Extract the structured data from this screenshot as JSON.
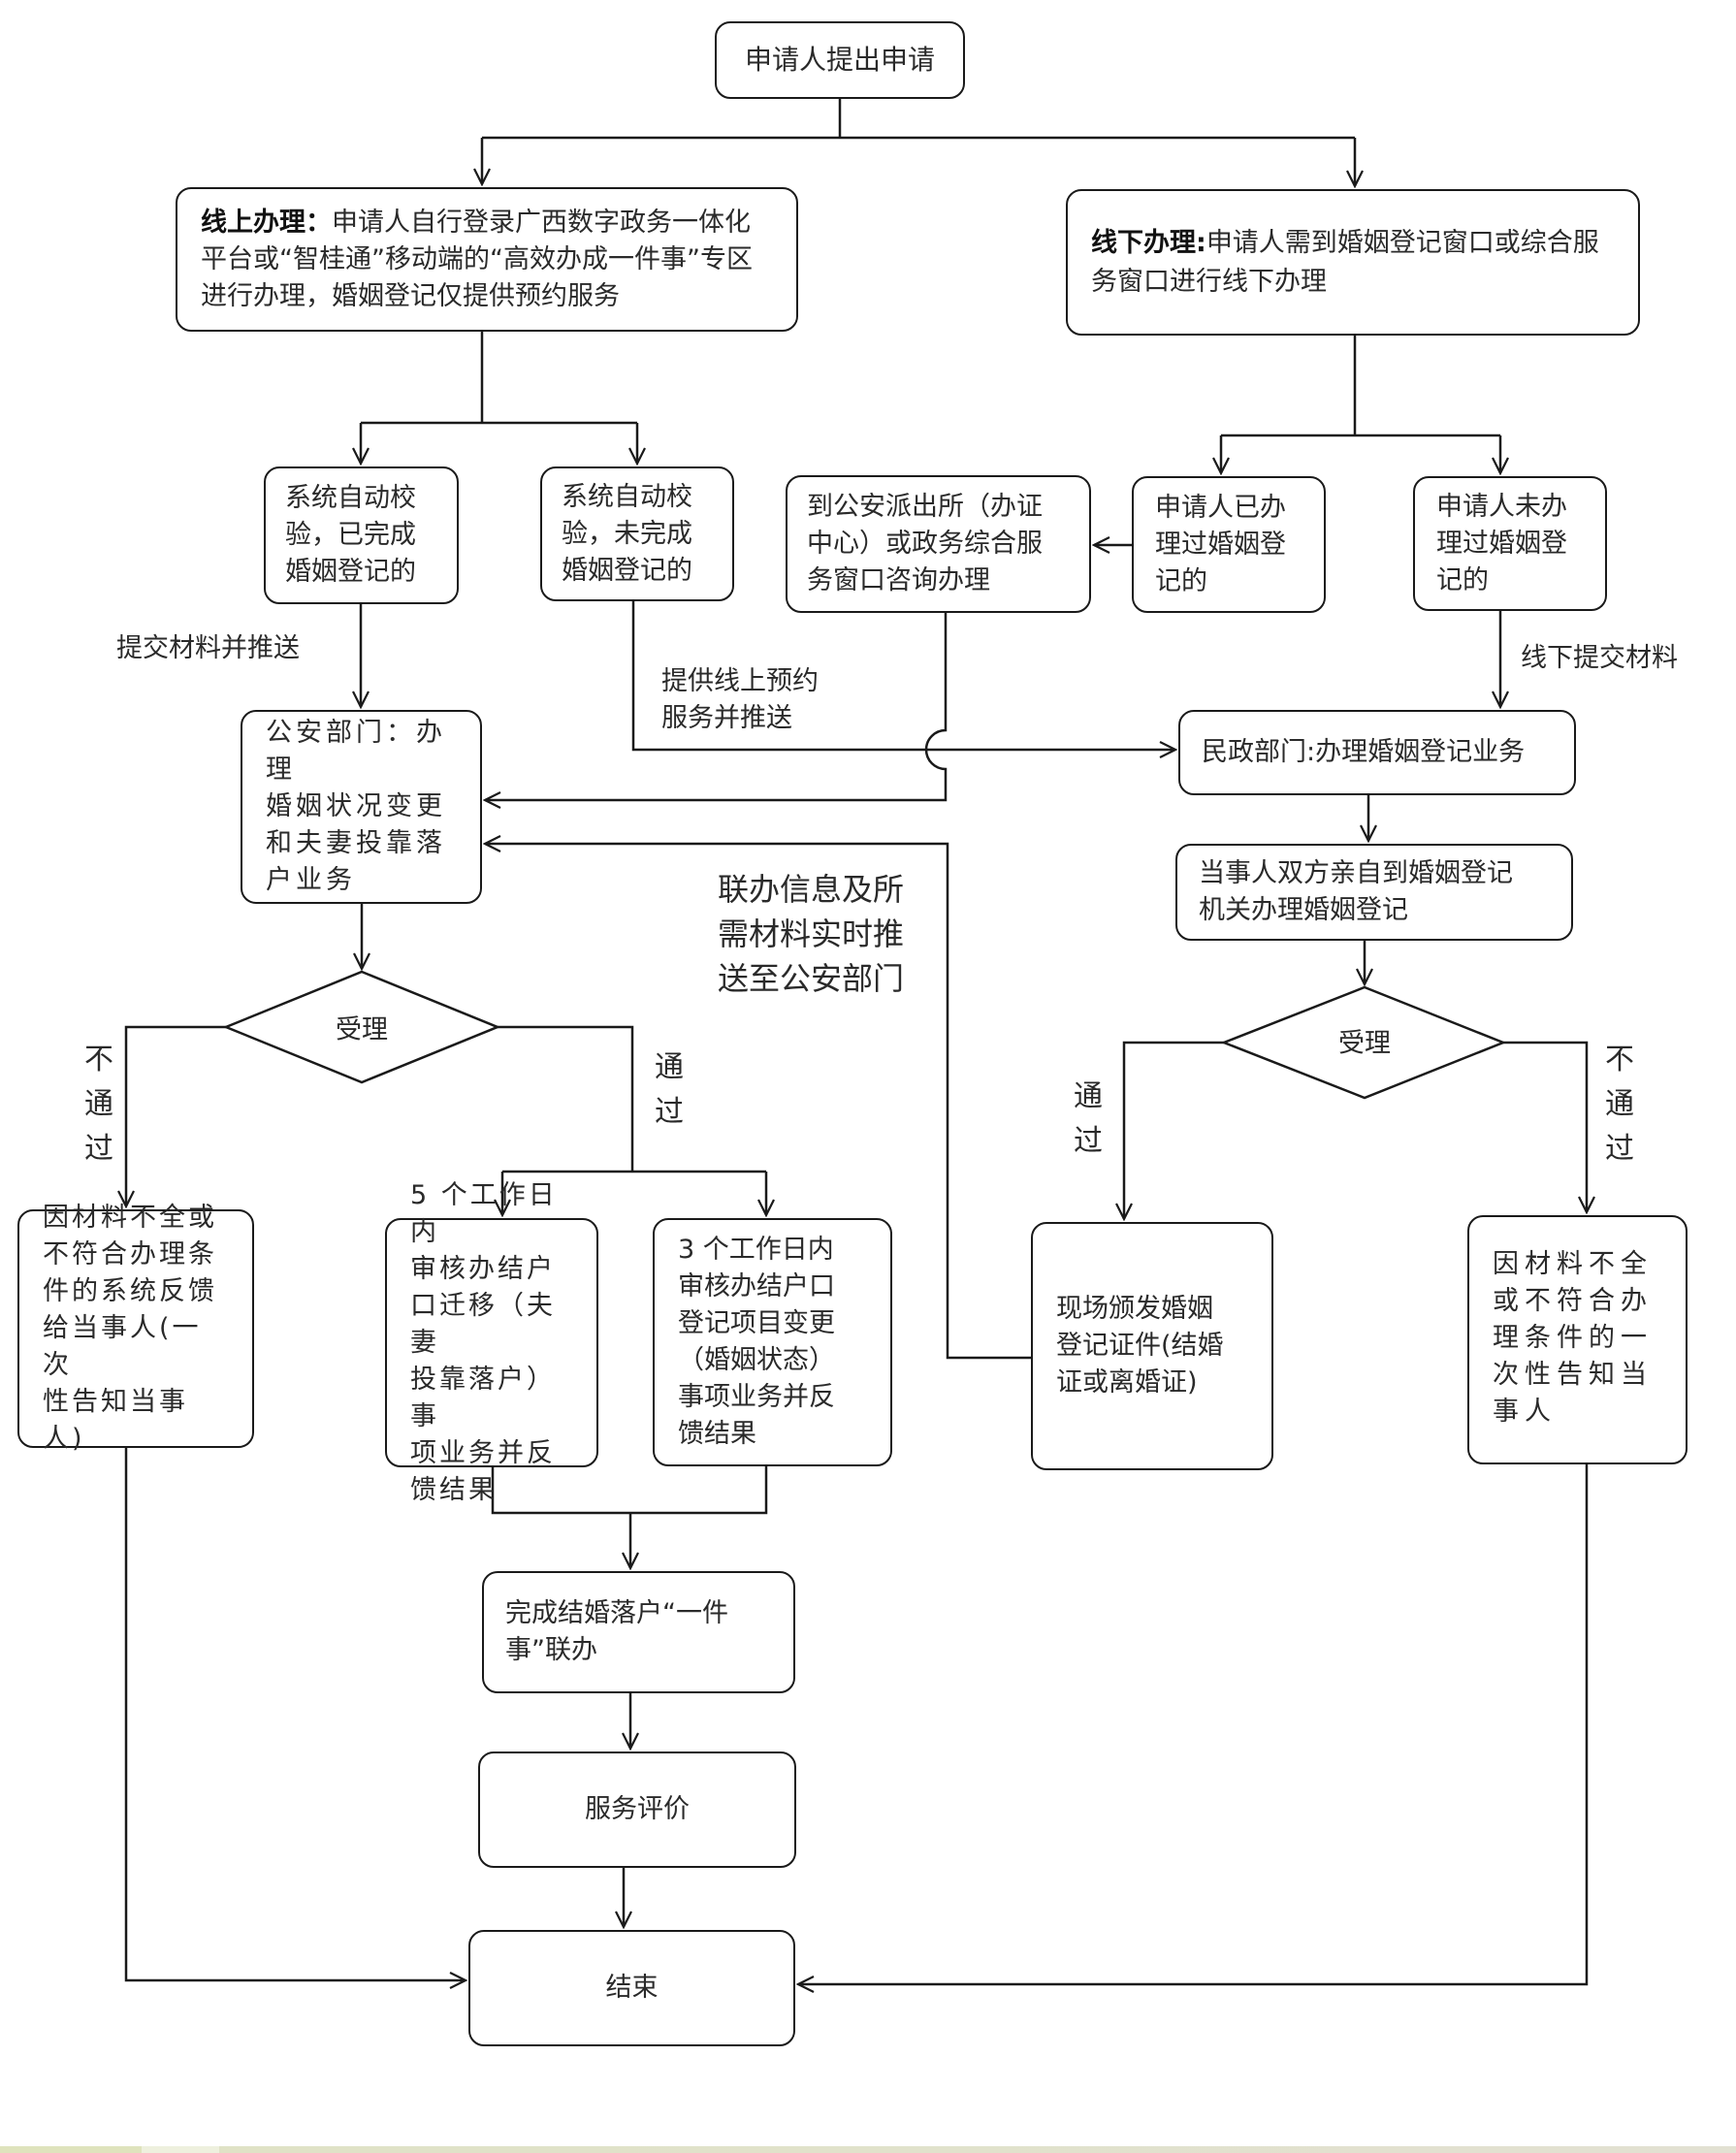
{
  "diagram": {
    "title": "结婚落户一件事联办流程",
    "nodes": {
      "start": "申请人提出申请",
      "online_title": "线上办理：",
      "online_body": "申请人自行登录广西数字政务一体化平台或“智桂通”移动端的“高效办成一件事”专区进行办理，婚姻登记仅提供预约服务",
      "offline_title": "线下办理:",
      "offline_body": "申请人需到婚姻登记窗口或综合服务窗口进行线下办理",
      "auto_check_done": "系统自动校\n验，已完成\n婚姻登记的",
      "auto_check_not_done": "系统自动校\n验，未完成\n婚姻登记的",
      "consult_police": "到公安派出所（办证\n中心）或政务综合服\n务窗口咨询办理",
      "applicant_registered": "申请人已办\n理过婚姻登\n记的",
      "applicant_not_registered": "申请人未办\n理过婚姻登\n记的",
      "police_dept": "公安部门：办理\n婚姻状况变更\n和夫妻投靠落\n户业务",
      "civil_affairs_dept": "民政部门:办理婚姻登记业务",
      "both_parties": "当事人双方亲自到婚姻登记\n机关办理婚姻登记",
      "accept_left": "受理",
      "accept_right": "受理",
      "reject_left": "因材料不全或\n不符合办理条\n件的系统反馈\n给当事人(一次\n性告知当事人)",
      "five_days": "5 个工作日内\n审核办结户\n口迁移（夫妻\n投靠落户）事\n项业务并反\n馈结果",
      "three_days": "3 个工作日内\n审核办结户口\n登记项目变更\n（婚姻状态）\n事项业务并反\n馈结果",
      "issue_certificate": "现场颁发婚姻\n登记证件(结婚\n证或离婚证)",
      "reject_right": "因材料不全\n或不符合办\n理条件的一\n次性告知当\n事人",
      "complete": "完成结婚落户“一件\n事”联办",
      "evaluation": "服务评价",
      "end": "结束"
    },
    "edge_labels": {
      "submit_push": "提交材料并推送",
      "online_booking": "提供线上预约\n服务并推送",
      "offline_submit": "线下提交材料",
      "realtime_push": "联办信息及所\n需材料实时推\n送至公安部门",
      "left_fail": "不\n通\n过",
      "left_pass": "通\n过",
      "right_pass": "通\n过",
      "right_fail": "不\n通\n过"
    },
    "colors": {
      "stroke": "#1a1a1a",
      "text": "#2a2a2a",
      "background": "#ffffff"
    }
  }
}
